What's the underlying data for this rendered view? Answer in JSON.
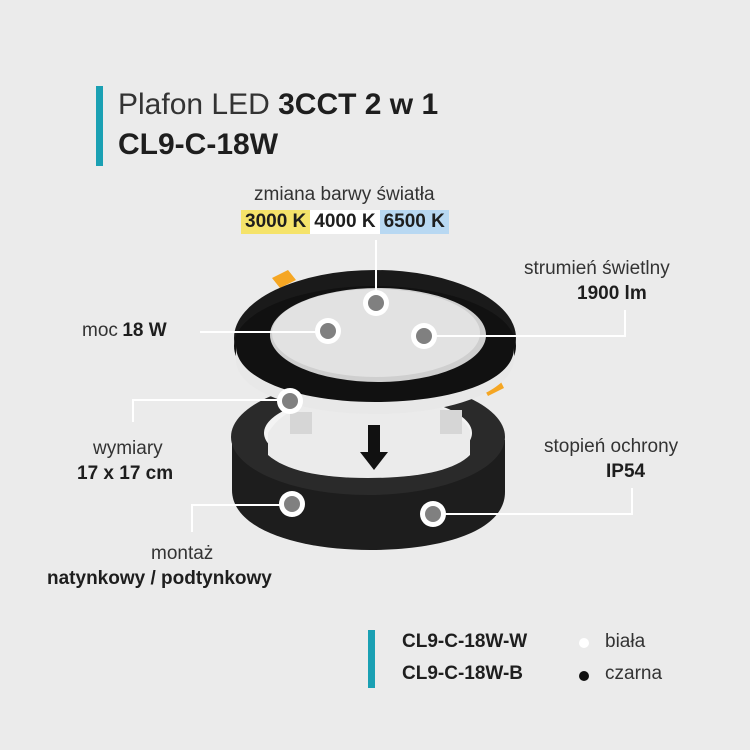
{
  "header": {
    "title_prefix": "Plafon LED",
    "title_bold": "3CCT 2 w 1",
    "model": "CL9-C-18W"
  },
  "color_change": {
    "label": "zmiana barwy światła",
    "temps": [
      "3000 K",
      "4000 K",
      "6500 K"
    ]
  },
  "flux": {
    "label": "strumień świetlny",
    "value": "1900 lm"
  },
  "power": {
    "label": "moc",
    "value": "18 W"
  },
  "dimensions": {
    "label": "wymiary",
    "value": "17 x 17 cm"
  },
  "protection": {
    "label": "stopień ochrony",
    "value": "IP54"
  },
  "mounting": {
    "label": "montaż",
    "value": "natynkowy / podtynkowy"
  },
  "variants": [
    {
      "code": "CL9-C-18W-W",
      "color_name": "biała",
      "dot_color": "#ffffff"
    },
    {
      "code": "CL9-C-18W-B",
      "color_name": "czarna",
      "dot_color": "#111111"
    }
  ],
  "colors": {
    "accent": "#1aa0b3",
    "yellow": "#f5e36a",
    "blue": "#b8d8f2",
    "orange": "#f5a623"
  }
}
